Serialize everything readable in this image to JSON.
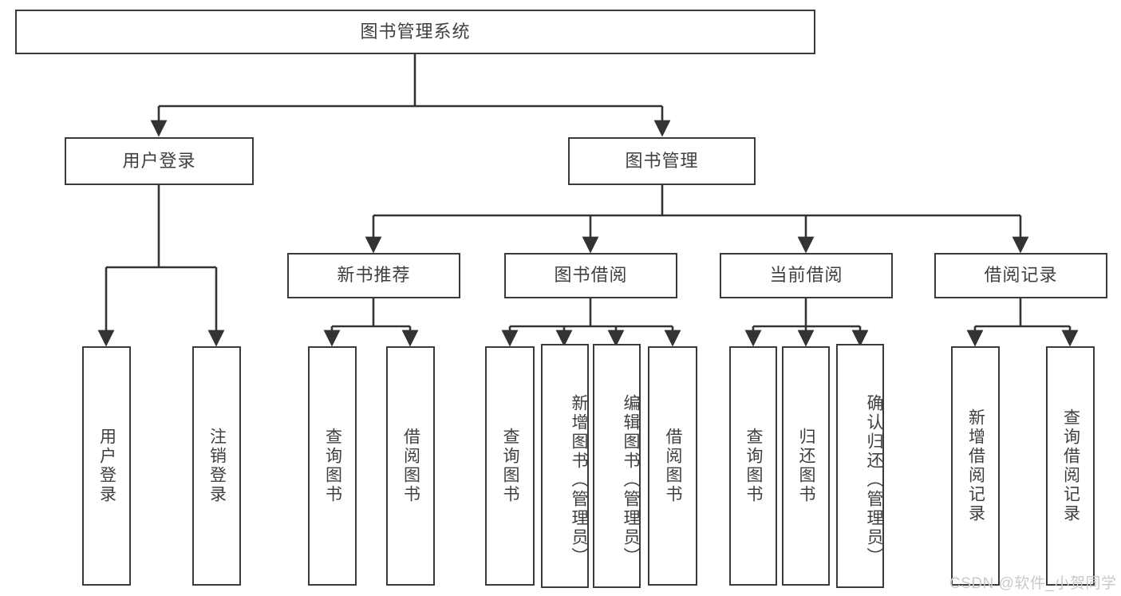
{
  "diagram": {
    "title": "图书管理系统",
    "watermark": "CSDN @软件_小贺同学",
    "colors": {
      "box_border": "#3a3a3a",
      "box_fill": "#ffffff",
      "text": "#3f3f3f",
      "connector": "#333333",
      "watermark": "#c9c9c9",
      "background": "#ffffff"
    },
    "levels": {
      "root_label": "图书管理系统",
      "level2": [
        "用户登录",
        "图书管理"
      ],
      "level3": [
        "新书推荐",
        "图书借阅",
        "当前借阅",
        "借阅记录"
      ]
    },
    "nodes": {
      "root": {
        "label": "图书管理系统"
      },
      "user_login": {
        "label": "用户登录"
      },
      "book_manage": {
        "label": "图书管理"
      },
      "new_book_rec": {
        "label": "新书推荐"
      },
      "book_borrow": {
        "label": "图书借阅"
      },
      "current_borrow": {
        "label": "当前借阅"
      },
      "borrow_record": {
        "label": "借阅记录"
      },
      "leaf_user_login": {
        "label": "用户登录"
      },
      "leaf_user_logout": {
        "label": "注销登录"
      },
      "leaf_query_book_1": {
        "label": "查询图书"
      },
      "leaf_borrow_book_1": {
        "label": "借阅图书"
      },
      "leaf_query_book_2": {
        "label": "查询图书"
      },
      "leaf_add_book": {
        "label": "新增图书（管理员）"
      },
      "leaf_edit_book": {
        "label": "编辑图书（管理员）"
      },
      "leaf_borrow_book_2": {
        "label": "借阅图书"
      },
      "leaf_query_book_3": {
        "label": "查询图书"
      },
      "leaf_return_book": {
        "label": "归还图书"
      },
      "leaf_confirm_return": {
        "label": "确认归还（管理员）"
      },
      "leaf_add_record": {
        "label": "新增借阅记录"
      },
      "leaf_query_record": {
        "label": "查询借阅记录"
      }
    },
    "tree": {
      "图书管理系统": {
        "用户登录": [
          "用户登录",
          "注销登录"
        ],
        "图书管理": {
          "新书推荐": [
            "查询图书",
            "借阅图书"
          ],
          "图书借阅": [
            "查询图书",
            "新增图书（管理员）",
            "编辑图书（管理员）",
            "借阅图书"
          ],
          "当前借阅": [
            "查询图书",
            "归还图书",
            "确认归还（管理员）"
          ],
          "借阅记录": [
            "新增借阅记录",
            "查询借阅记录"
          ]
        }
      }
    }
  }
}
